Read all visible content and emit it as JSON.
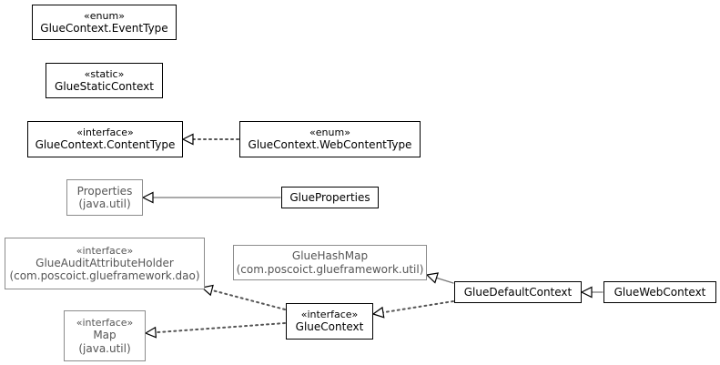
{
  "diagram": {
    "nodes": [
      {
        "id": "event_type",
        "stereotype": "«enum»",
        "name": "GlueContext.EventType",
        "package": "",
        "external": false
      },
      {
        "id": "static_ctx",
        "stereotype": "«static»",
        "name": "GlueStaticContext",
        "package": "",
        "external": false
      },
      {
        "id": "content_type",
        "stereotype": "«interface»",
        "name": "GlueContext.ContentType",
        "package": "",
        "external": false
      },
      {
        "id": "web_content_type",
        "stereotype": "«enum»",
        "name": "GlueContext.WebContentType",
        "package": "",
        "external": false
      },
      {
        "id": "properties",
        "stereotype": "",
        "name": "Properties",
        "package": "(java.util)",
        "external": true
      },
      {
        "id": "glue_properties",
        "stereotype": "",
        "name": "GlueProperties",
        "package": "",
        "external": false
      },
      {
        "id": "audit_holder",
        "stereotype": "«interface»",
        "name": "GlueAuditAttributeHolder",
        "package": "(com.poscoict.glueframework.dao)",
        "external": true
      },
      {
        "id": "glue_hash_map",
        "stereotype": "",
        "name": "GlueHashMap",
        "package": "(com.poscoict.glueframework.util)",
        "external": true
      },
      {
        "id": "map",
        "stereotype": "«interface»",
        "name": "Map",
        "package": "(java.util)",
        "external": true
      },
      {
        "id": "glue_context",
        "stereotype": "«interface»",
        "name": "GlueContext",
        "package": "",
        "external": false
      },
      {
        "id": "default_ctx",
        "stereotype": "",
        "name": "GlueDefaultContext",
        "package": "",
        "external": false
      },
      {
        "id": "web_ctx",
        "stereotype": "",
        "name": "GlueWebContext",
        "package": "",
        "external": false
      }
    ],
    "edges": [
      {
        "from": "web_content_type",
        "to": "content_type",
        "kind": "realization"
      },
      {
        "from": "glue_properties",
        "to": "properties",
        "kind": "generalization"
      },
      {
        "from": "default_ctx",
        "to": "glue_hash_map",
        "kind": "generalization"
      },
      {
        "from": "web_ctx",
        "to": "default_ctx",
        "kind": "generalization"
      },
      {
        "from": "default_ctx",
        "to": "glue_context",
        "kind": "realization"
      },
      {
        "from": "glue_context",
        "to": "audit_holder",
        "kind": "realization"
      },
      {
        "from": "glue_context",
        "to": "map",
        "kind": "realization"
      }
    ]
  }
}
